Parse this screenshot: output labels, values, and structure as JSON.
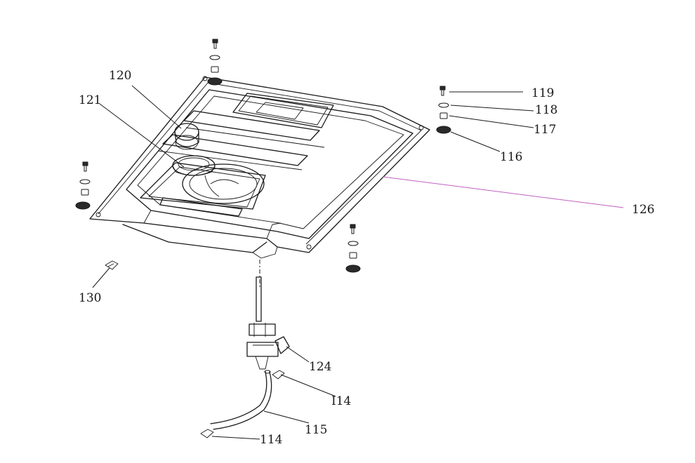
{
  "diagram": {
    "labels": {
      "p120": "120",
      "p121": "121",
      "p119": "119",
      "p118": "118",
      "p117": "117",
      "p116": "116",
      "p126": "126",
      "p130": "130",
      "p124": "124",
      "p114a": "I14",
      "p115": "115",
      "p114b": "114"
    },
    "colors": {
      "line": "#1a1a1a",
      "leader_126": "#c060c0",
      "background": "#ffffff"
    }
  }
}
